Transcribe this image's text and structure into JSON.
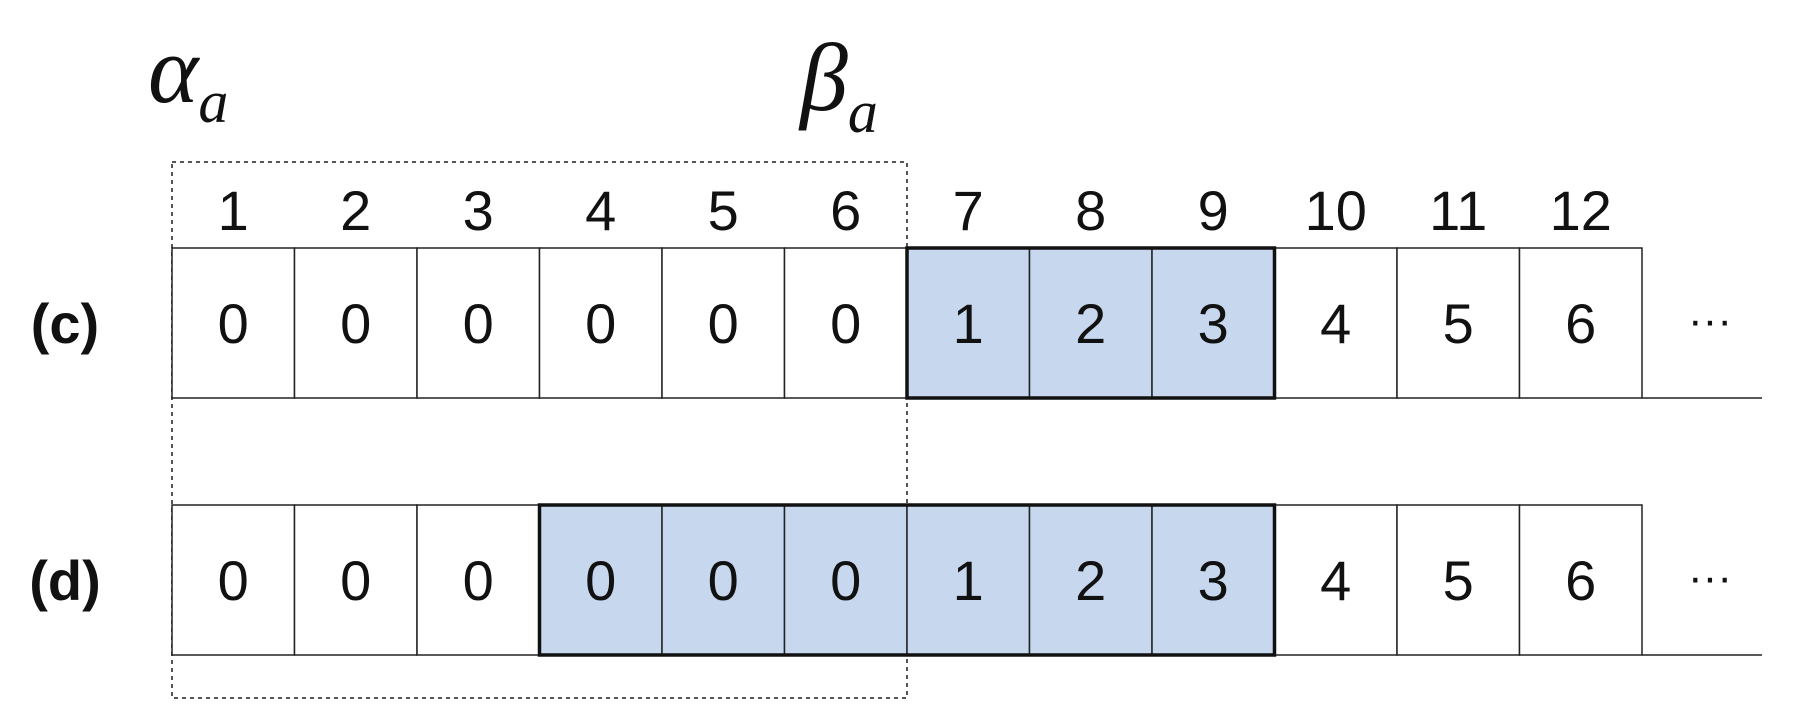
{
  "symbols": {
    "alpha": {
      "base": "α",
      "sub": "a"
    },
    "beta": {
      "base": "β",
      "sub": "a"
    }
  },
  "indices": [
    "1",
    "2",
    "3",
    "4",
    "5",
    "6",
    "7",
    "8",
    "9",
    "10",
    "11",
    "12"
  ],
  "rows": [
    {
      "label": "(c)",
      "cells": [
        "0",
        "0",
        "0",
        "0",
        "0",
        "0",
        "1",
        "2",
        "3",
        "4",
        "5",
        "6"
      ],
      "highlight": [
        7,
        9
      ],
      "ellipsis": "···"
    },
    {
      "label": "(d)",
      "cells": [
        "0",
        "0",
        "0",
        "0",
        "0",
        "0",
        "1",
        "2",
        "3",
        "4",
        "5",
        "6"
      ],
      "highlight": [
        4,
        9
      ],
      "ellipsis": "···"
    }
  ],
  "dashed_window": {
    "from_index": 1,
    "to_index": 6
  },
  "colors": {
    "highlight_fill": "#c6d7ee",
    "cell_border": "#222222",
    "dashed": "#555555"
  }
}
